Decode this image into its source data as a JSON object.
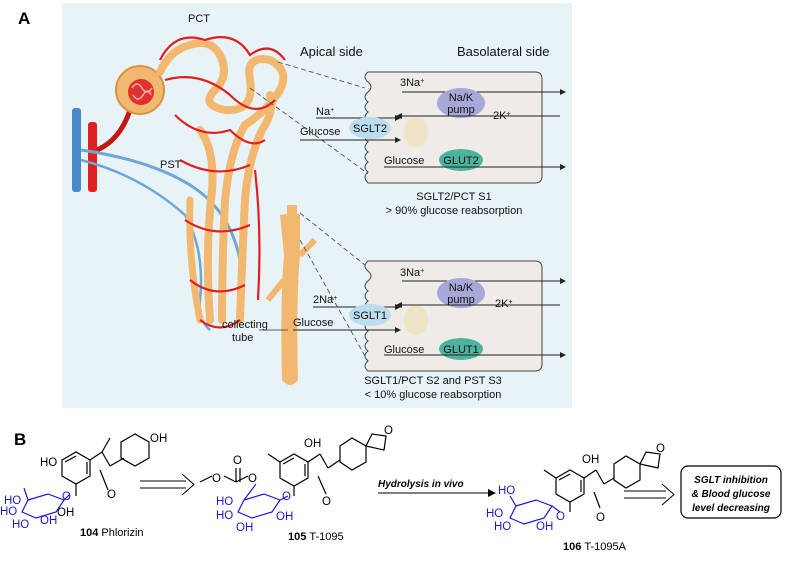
{
  "panel_a": {
    "letter": "A",
    "labels": {
      "pct": "PCT",
      "pst": "PST",
      "collecting": [
        "collecting",
        "tube"
      ],
      "apical": "Apical side",
      "basolateral": "Basolateral side"
    },
    "cell1": {
      "na3": "3Na",
      "na3_sup": "+",
      "pump": [
        "Na/K",
        "pump"
      ],
      "k2": "2K",
      "k2_sup": "+",
      "na_in": "Na",
      "na_in_sup": "+",
      "glucose_in": "Glucose",
      "transporter": "SGLT2",
      "glucose_mid": "Glucose",
      "glut": "GLUT2",
      "caption": [
        "SGLT2/PCT S1",
        "> 90% glucose reabsorption"
      ]
    },
    "cell2": {
      "na3": "3Na",
      "na3_sup": "+",
      "pump": [
        "Na/K",
        "pump"
      ],
      "k2": "2K",
      "k2_sup": "+",
      "na_in": "2Na",
      "na_in_sup": "+",
      "glucose_in": "Glucose",
      "transporter": "SGLT1",
      "glucose_mid": "Glucose",
      "glut": "GLUT1",
      "caption": [
        "SGLT1/PCT S2 and PST S3",
        "< 10% glucose reabsorption"
      ]
    },
    "colors": {
      "background": "#e8f3f8",
      "artery": "#e02020",
      "vein": "#6fa6d4",
      "tubule": "#f3b870",
      "sglt": "#bcdcf0",
      "pump": "#a8a8d8",
      "glut": "#4db39e"
    }
  },
  "panel_b": {
    "letter": "B",
    "compound_104": {
      "number": "104",
      "name": "Phlorizin"
    },
    "compound_105": {
      "number": "105",
      "name": "T-1095"
    },
    "compound_106": {
      "number": "106",
      "name": "T-1095A"
    },
    "step_label": "Hydrolysis in vivo",
    "outcome": [
      "SGLT inhibition",
      "& Blood glucose",
      "level decreasing"
    ],
    "atoms": {
      "ho": "HO",
      "oh": "OH",
      "o": "O"
    }
  }
}
